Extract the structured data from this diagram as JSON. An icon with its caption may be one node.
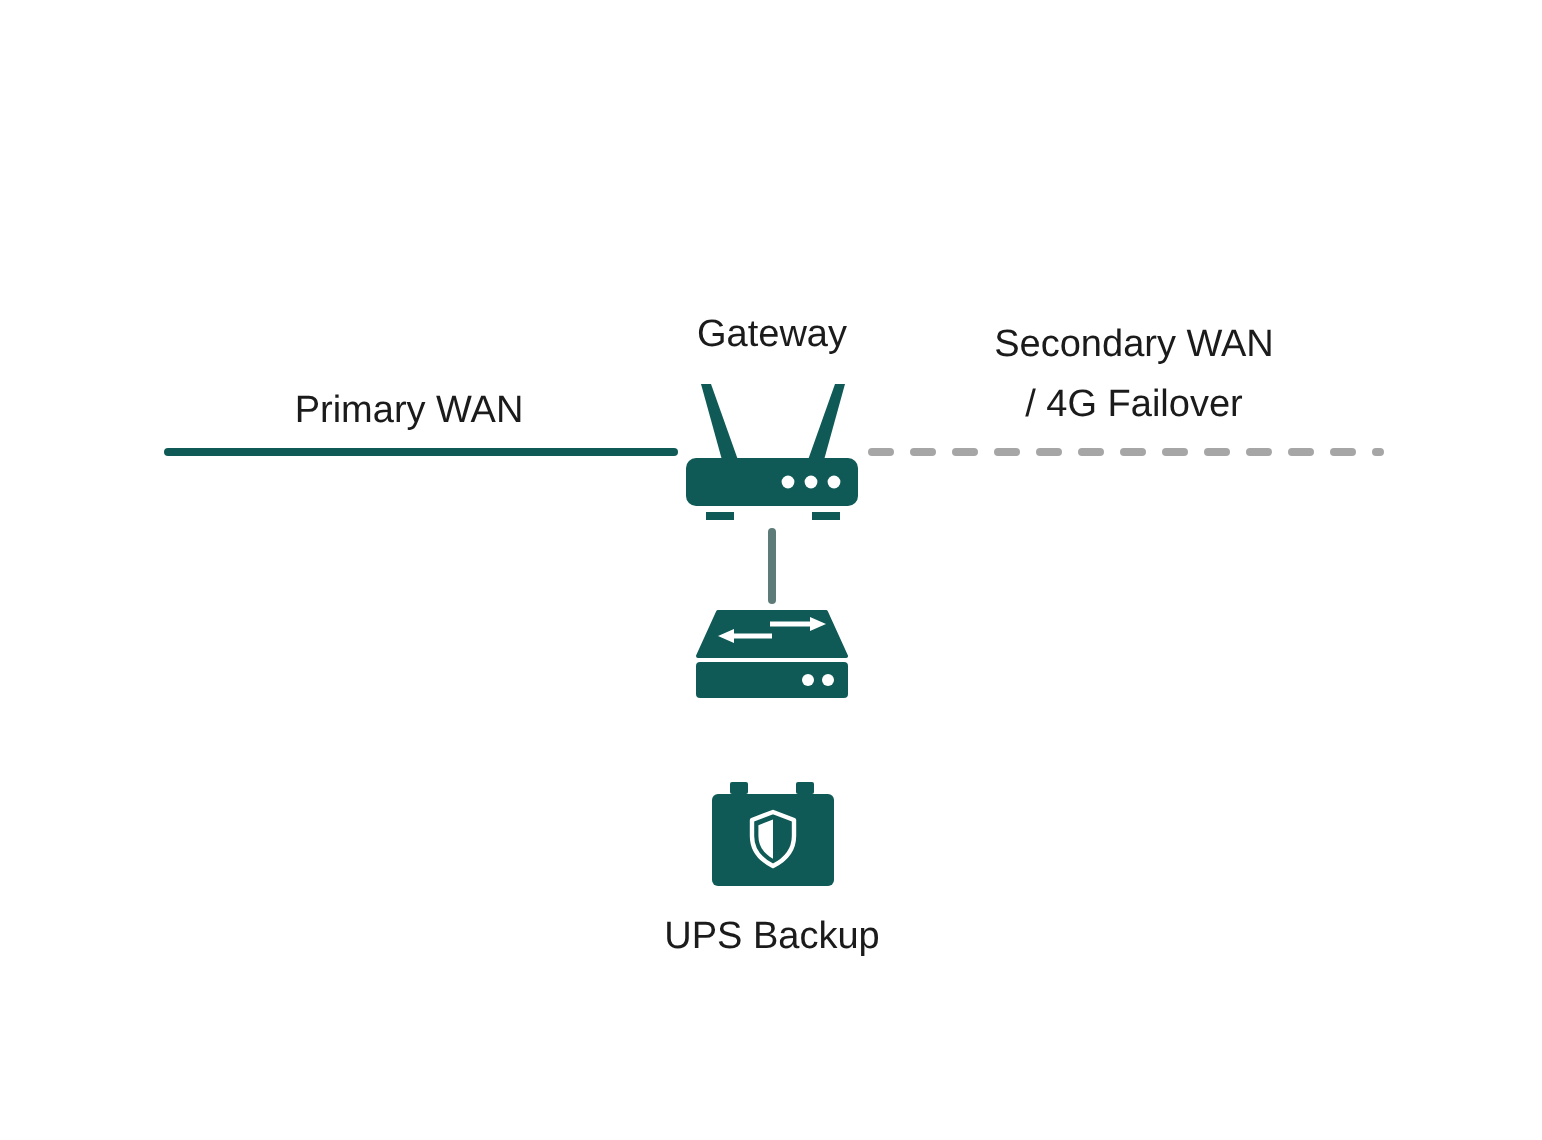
{
  "diagram": {
    "nodes": [
      {
        "text": [
          "Gateway"
        ]
      },
      {
        "text": [],
        "shape": "picture"
      },
      {
        "text": [
          "UPS Backup"
        ]
      }
    ],
    "edges": [
      {
        "from": null,
        "to": 0,
        "arrow": "none",
        "label": "Primary WAN"
      },
      {
        "from": 0,
        "to": null,
        "arrow": "none",
        "label": "Secondary WAN / 4G Failover",
        "style": "dashed",
        "color": "#a6a6a6"
      },
      {
        "from": 0,
        "to": 1,
        "arrow": "none",
        "color": "#5c7b79"
      }
    ]
  }
}
